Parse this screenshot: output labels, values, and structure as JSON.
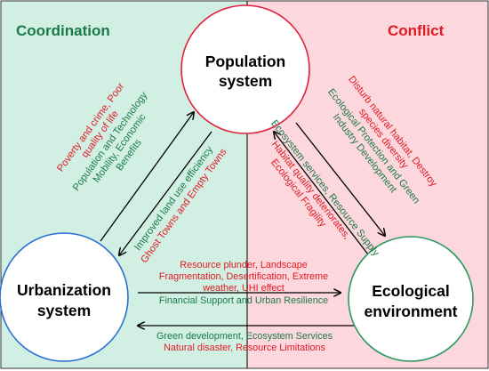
{
  "colors": {
    "coordination_panel": "#d2efe3",
    "conflict_panel": "#fcd7dd",
    "coordination": "#1b7a48",
    "conflict": "#e01a22",
    "population_border": "#e0203a",
    "urbanization_border": "#2a6fd4",
    "ecological_border": "#2a9a5e"
  },
  "headings": {
    "coordination": "Coordination",
    "conflict": "Conflict"
  },
  "nodes": {
    "population": {
      "line1": "Population",
      "line2": "system"
    },
    "urbanization": {
      "line1": "Urbanization",
      "line2": "system"
    },
    "ecological": {
      "line1": "Ecological",
      "line2": "environment"
    }
  },
  "labels": {
    "urb_to_pop": {
      "conflict1": "Poverty and crime, Poor",
      "conflict2": "quality of life",
      "coord1": "Population and Technology",
      "coord2": "Mobility, Economic",
      "coord3": "Benefits"
    },
    "pop_to_urb": {
      "coord": "Improved land use efficiency",
      "conflict": "Ghost Towns and Empty Towns"
    },
    "pop_to_eco": {
      "conflict1": "Disturb natural habitat, Destroy",
      "conflict2": "species diversity",
      "coord1": "Ecological Protection and Green",
      "coord2": "Industry Development"
    },
    "eco_to_pop": {
      "coord": "Ecosystem services, Resource Supply",
      "conflict1": "Habitat quality deteriorates,",
      "conflict2": "Ecological Fragility"
    },
    "urb_to_eco": {
      "conflict1": "Resource plunder, Landscape",
      "conflict2": "Fragmentation, Desertification, Extreme",
      "conflict3": "weather, UHI effect",
      "coord": "Financial Support and Urban Resilience"
    },
    "eco_to_urb": {
      "coord": "Green development, Ecosystem Services",
      "conflict": "Natural disaster, Resource Limitations"
    }
  }
}
